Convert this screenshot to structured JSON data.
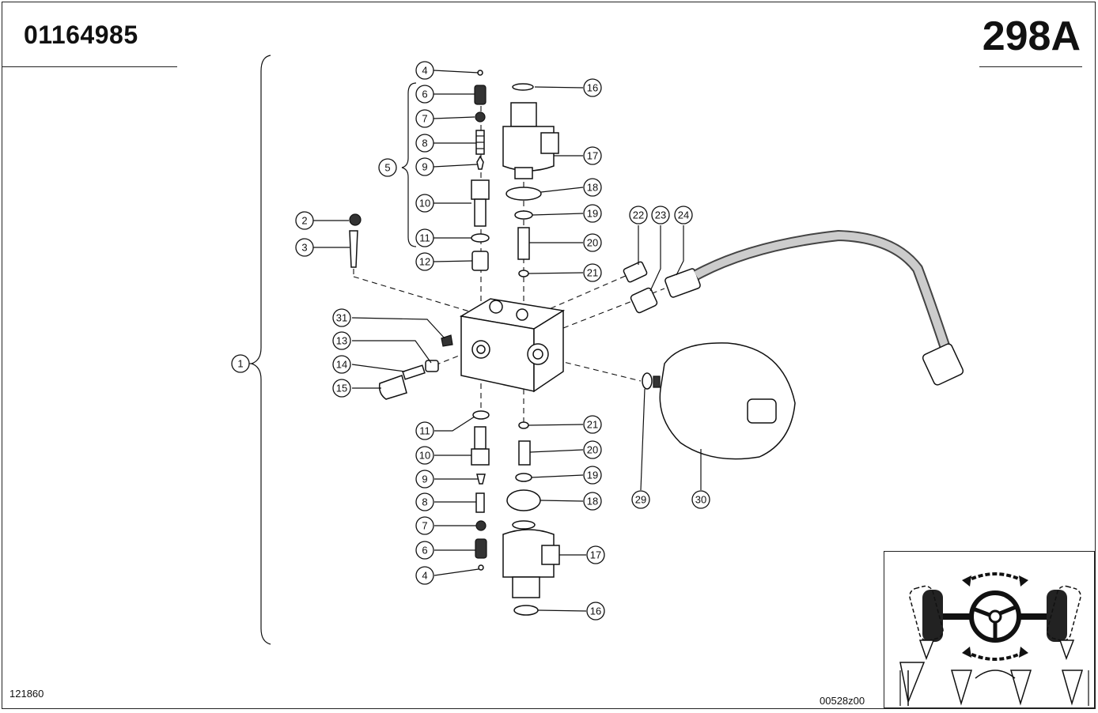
{
  "header": {
    "part_number": "01164985",
    "page_code": "298A"
  },
  "footer": {
    "left_code": "121860",
    "right_code": "00528z00"
  },
  "callouts": {
    "c1": "1",
    "c2": "2",
    "c3": "3",
    "c4a": "4",
    "c4b": "4",
    "c5": "5",
    "c6a": "6",
    "c6b": "6",
    "c7a": "7",
    "c7b": "7",
    "c8a": "8",
    "c8b": "8",
    "c9a": "9",
    "c9b": "9",
    "c10a": "10",
    "c10b": "10",
    "c11a": "11",
    "c11b": "11",
    "c12": "12",
    "c13": "13",
    "c14": "14",
    "c15": "15",
    "c16a": "16",
    "c16b": "16",
    "c17a": "17",
    "c17b": "17",
    "c18a": "18",
    "c18b": "18",
    "c19a": "19",
    "c19b": "19",
    "c20a": "20",
    "c20b": "20",
    "c21a": "21",
    "c21b": "21",
    "c22": "22",
    "c23": "23",
    "c24": "24",
    "c29": "29",
    "c30": "30",
    "c31": "31"
  },
  "inset": {
    "icon": "steering-wheel-icon"
  }
}
